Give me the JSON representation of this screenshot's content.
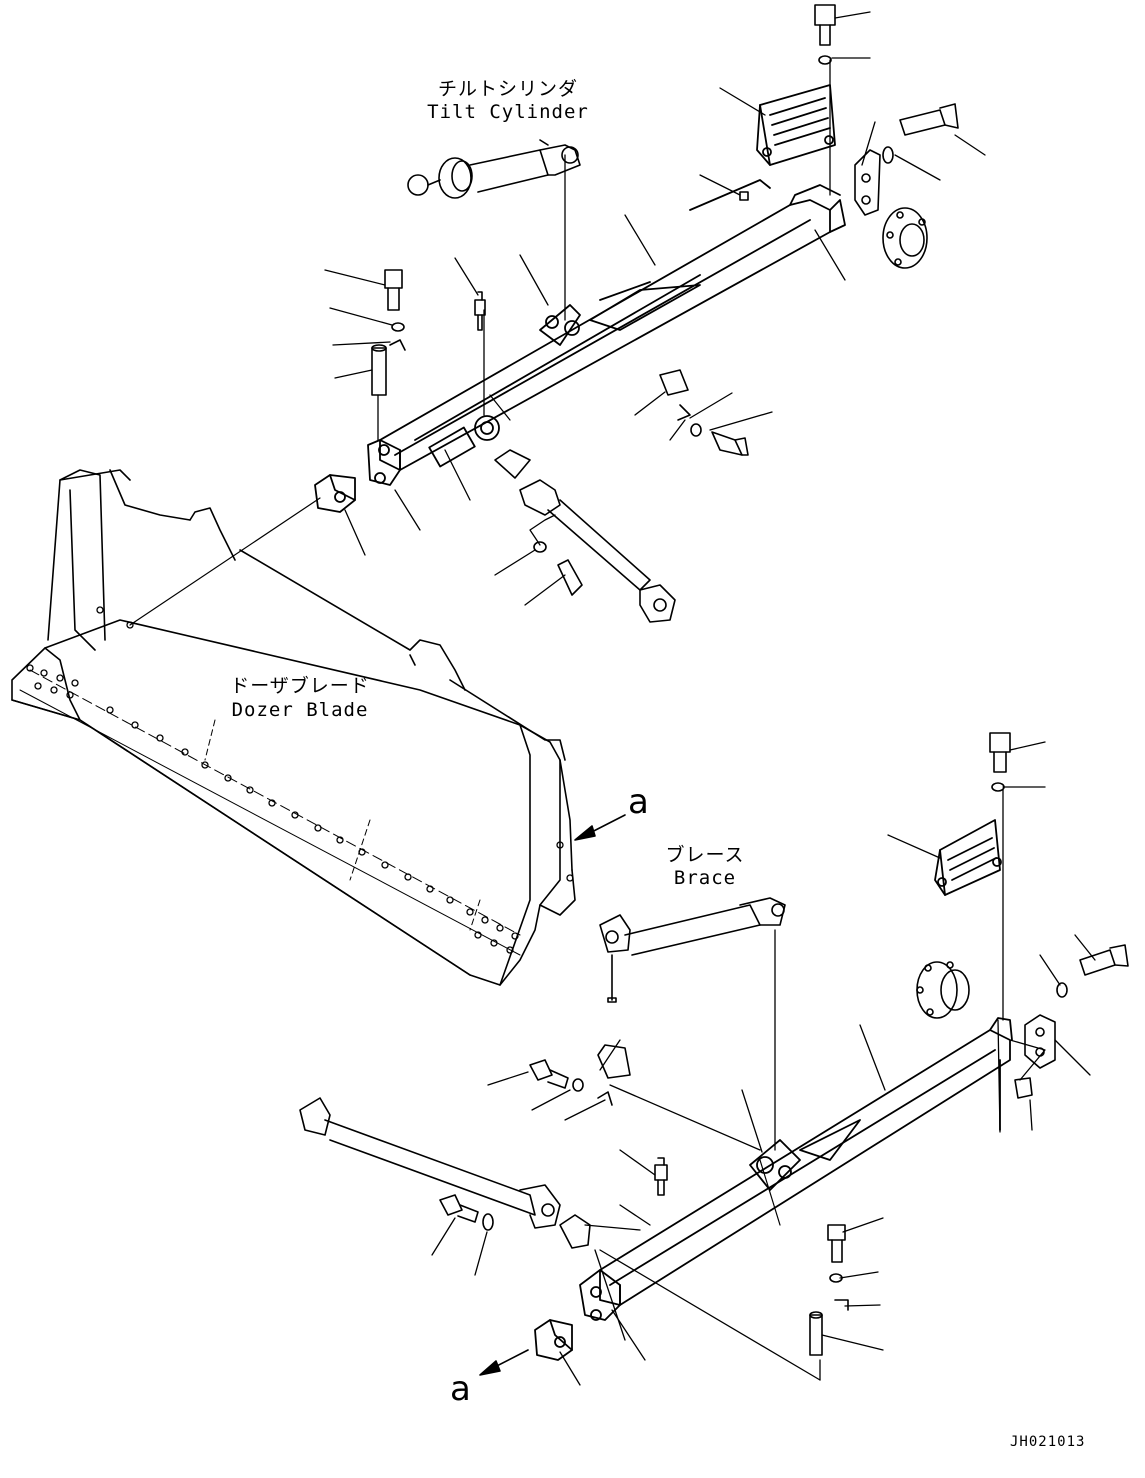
{
  "labels": {
    "tilt_cylinder_jp": "チルトシリンダ",
    "tilt_cylinder_en": "Tilt Cylinder",
    "dozer_blade_jp": "ドーザブレード",
    "dozer_blade_en": "Dozer Blade",
    "brace_jp": "ブレース",
    "brace_en": "Brace",
    "view_a_top": "a",
    "view_a_bottom": "a"
  },
  "drawing_code": "JH021013",
  "colors": {
    "line": "#000000",
    "background": "#ffffff"
  }
}
